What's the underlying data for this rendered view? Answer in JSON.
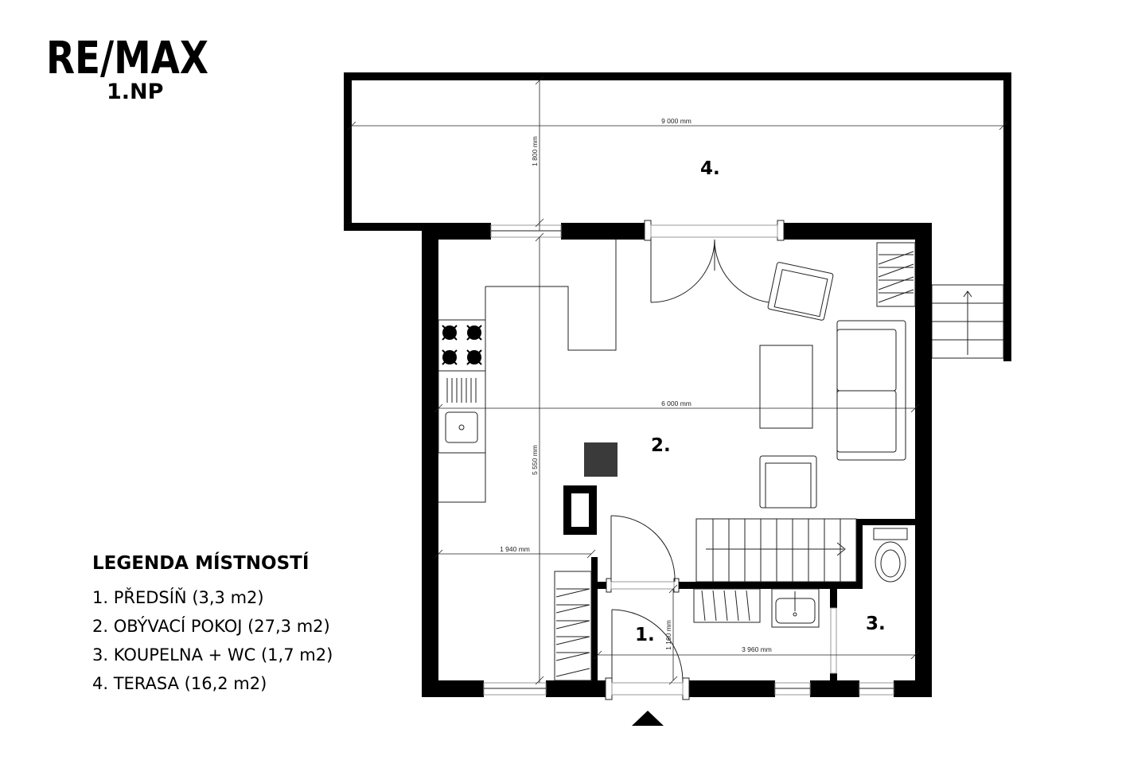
{
  "logo": {
    "text": "RE/MAX"
  },
  "floor_label": "1.NP",
  "rooms": [
    {
      "number": "1."
    },
    {
      "number": "2."
    },
    {
      "number": "3."
    },
    {
      "number": "4."
    }
  ],
  "dimensions": {
    "terrace_width": "9 000 mm",
    "terrace_depth": "1 800 mm",
    "living_width": "6 000 mm",
    "living_depth": "5 550 mm",
    "hall_width": "1 940 mm",
    "entry_depth": "1 160 mm",
    "bath_width": "3 960 mm"
  },
  "legend": {
    "title": "LEGENDA MÍSTNOSTÍ",
    "items": [
      "1. PŘEDSÍŇ (3,3 m2)",
      "2. OBÝVACÍ POKOJ (27,3 m2)",
      "3. KOUPELNA + WC (1,7 m2)",
      "4. TERASA (16,2 m2)"
    ]
  }
}
